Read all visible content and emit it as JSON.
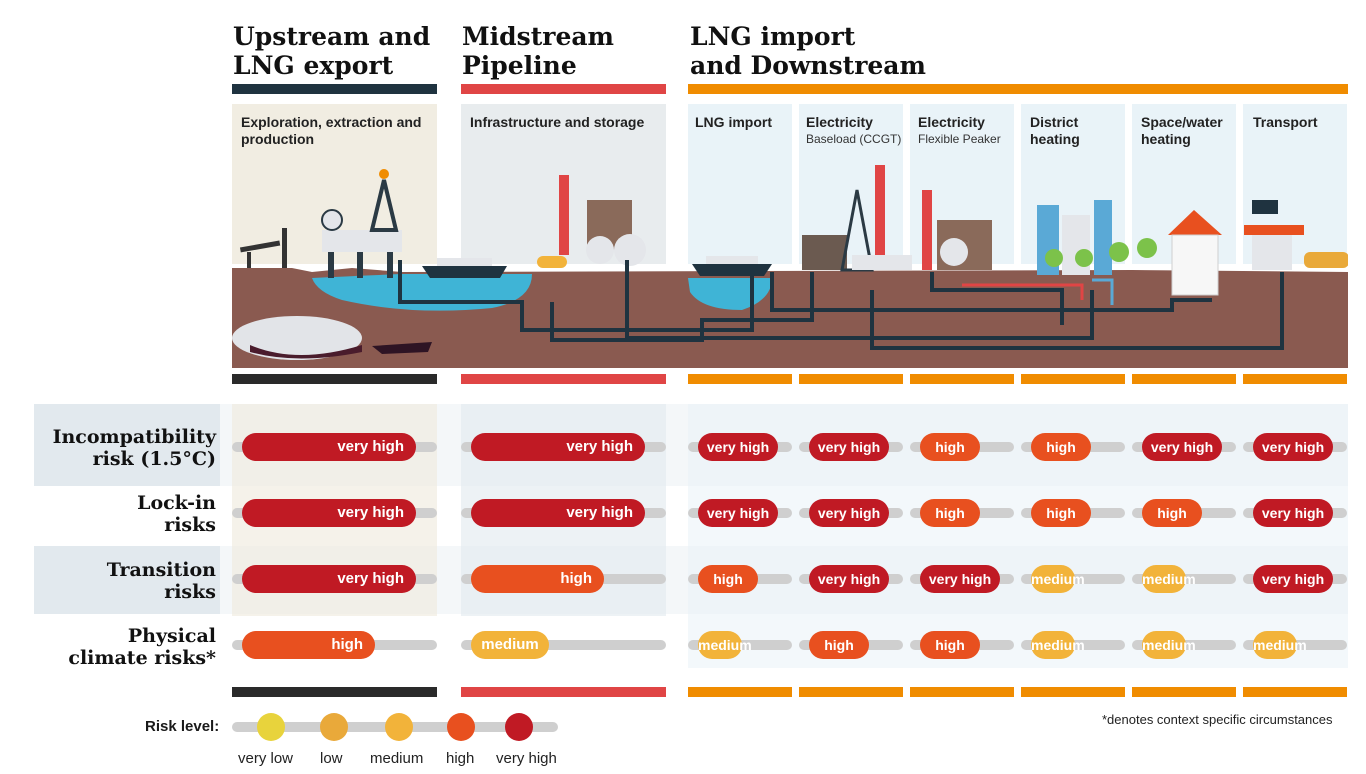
{
  "colors": {
    "very_low": "#e8d33c",
    "low": "#e9a93a",
    "medium": "#f2b33a",
    "high": "#e8501f",
    "very_high": "#c01a24",
    "upstream_bar": "#1f3340",
    "midstream_bar": "#e04545",
    "downstream_bar": "#f08c00"
  },
  "sections": {
    "upstream": {
      "title_line1": "Upstream and",
      "title_line2": "LNG export"
    },
    "midstream": {
      "title_line1": "Midstream",
      "title_line2": "Pipeline"
    },
    "downstream": {
      "title_line1": "LNG import",
      "title_line2": "and Downstream"
    }
  },
  "columns": [
    {
      "label": "Exploration, extraction and production",
      "sub": ""
    },
    {
      "label": "Infrastructure and storage",
      "sub": ""
    },
    {
      "label": "LNG import",
      "sub": ""
    },
    {
      "label": "Electricity",
      "sub": "Baseload (CCGT)"
    },
    {
      "label": "Electricity",
      "sub": "Flexible Peaker"
    },
    {
      "label": "District heating",
      "sub": ""
    },
    {
      "label": "Space/water heating",
      "sub": ""
    },
    {
      "label": "Transport",
      "sub": ""
    }
  ],
  "rows": [
    {
      "line1": "Incompatibility",
      "line2": "risk (1.5°C)",
      "ratings": [
        "very high",
        "very high",
        "very high",
        "very high",
        "high",
        "high",
        "very high",
        "very high"
      ]
    },
    {
      "line1": "Lock-in",
      "line2": "risks",
      "ratings": [
        "very high",
        "very high",
        "very high",
        "very high",
        "high",
        "high",
        "high",
        "very high"
      ]
    },
    {
      "line1": "Transition",
      "line2": "risks",
      "ratings": [
        "very high",
        "high",
        "high",
        "very high",
        "very high",
        "medium",
        "medium",
        "very high"
      ]
    },
    {
      "line1": "Physical",
      "line2": "climate risks*",
      "ratings": [
        "high",
        "medium",
        "medium",
        "high",
        "high",
        "medium",
        "medium",
        "medium"
      ]
    }
  ],
  "legend": {
    "title": "Risk level:",
    "levels": [
      "very low",
      "low",
      "medium",
      "high",
      "very high"
    ]
  },
  "footnote": "*denotes context specific circumstances"
}
